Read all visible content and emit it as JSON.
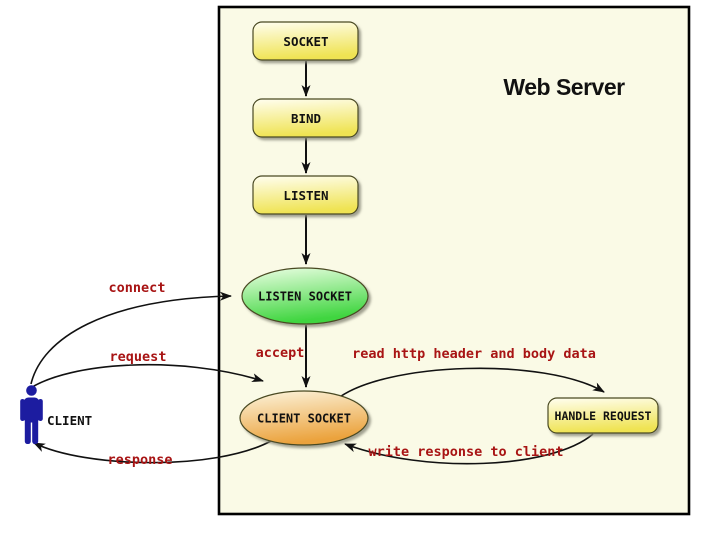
{
  "title": "Web Server",
  "client": {
    "label": "CLIENT"
  },
  "nodes": {
    "socket": "SOCKET",
    "bind": "BIND",
    "listen": "LISTEN",
    "listen_socket": "LISTEN SOCKET",
    "client_socket": "CLIENT SOCKET",
    "handle_request": "HANDLE REQUEST"
  },
  "edge_labels": {
    "connect": "connect",
    "request": "request",
    "response": "response",
    "accept": "accept",
    "read_http": "read http header and body data",
    "write_response": "write response to client"
  },
  "colors": {
    "server_box_bg": "#FAFAE6",
    "server_box_border": "#000000",
    "process_fill_top": "#FFFEF0",
    "process_fill_bottom": "#EFE352",
    "listen_socket_top": "#EDFFE5",
    "listen_socket_bottom": "#3FD53F",
    "client_socket_top": "#FCF5DF",
    "client_socket_bottom": "#EBA23C",
    "node_border": "#4A4A22",
    "edge_label_color": "#A81414",
    "arrow_color": "#111111",
    "client_icon_color": "#1C1CA0"
  }
}
